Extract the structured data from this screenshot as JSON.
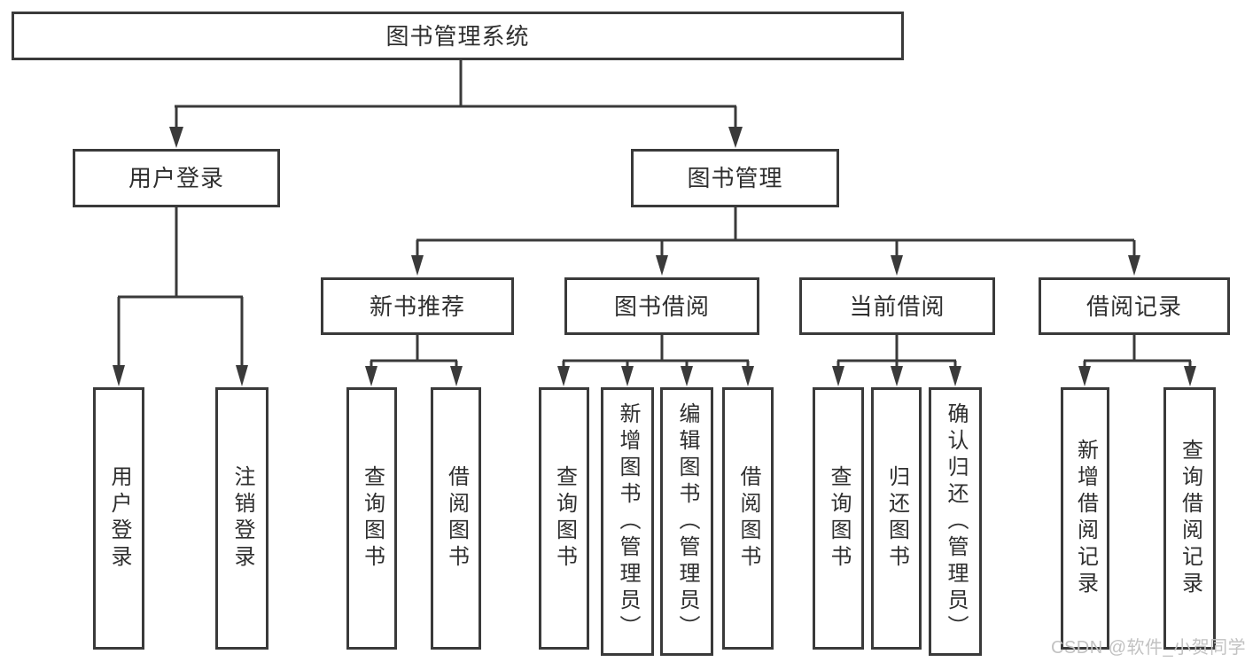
{
  "diagram": {
    "root": {
      "label": "图书管理系统"
    },
    "branches": [
      {
        "label": "用户登录",
        "children": [
          {
            "label": "用户登录"
          },
          {
            "label": "注销登录"
          }
        ]
      },
      {
        "label": "图书管理",
        "children": [
          {
            "label": "新书推荐",
            "children": [
              {
                "label": "查询图书"
              },
              {
                "label": "借阅图书"
              }
            ]
          },
          {
            "label": "图书借阅",
            "children": [
              {
                "label": "查询图书"
              },
              {
                "label": "新增图书（管理员）"
              },
              {
                "label": "编辑图书（管理员）"
              },
              {
                "label": "借阅图书"
              }
            ]
          },
          {
            "label": "当前借阅",
            "children": [
              {
                "label": "查询图书"
              },
              {
                "label": "归还图书"
              },
              {
                "label": "确认归还（管理员）"
              }
            ]
          },
          {
            "label": "借阅记录",
            "children": [
              {
                "label": "新增借阅记录"
              },
              {
                "label": "查询借阅记录"
              }
            ]
          }
        ]
      }
    ]
  },
  "watermark": {
    "text": "CSDN @软件_小贺同学",
    "color": "#c2c2c2"
  },
  "colors": {
    "line": "#3a3a3a",
    "text": "#2f2f2f",
    "box_background": "#ffffff"
  }
}
